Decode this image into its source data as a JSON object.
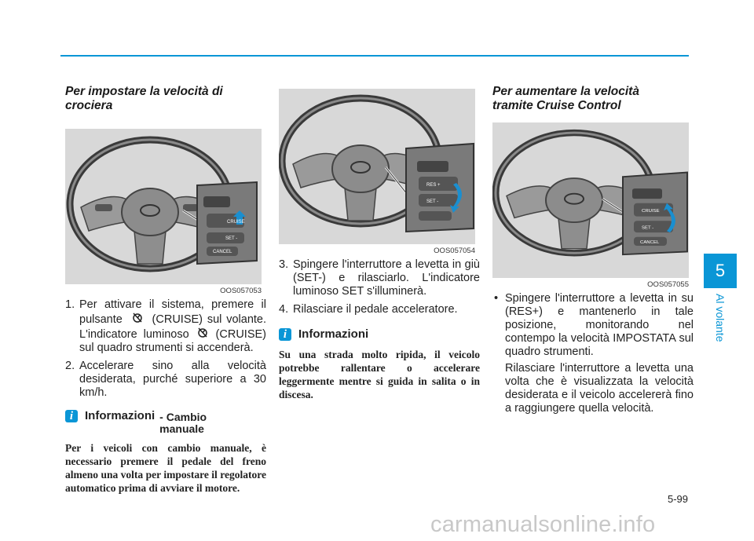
{
  "header": {
    "rule_color": "#0a96d6"
  },
  "col1": {
    "title": "Per impostare la velocità di crociera",
    "figure_code": "OOS057053",
    "items": [
      {
        "num": "1.",
        "text_a": "Per attivare il sistema, premere il pulsante",
        "text_b": "(CRUISE) sul volante. L'indicatore luminoso",
        "text_c": "(CRUISE) sul quadro strumenti si accenderà."
      },
      {
        "num": "2.",
        "text": "Accelerare sino alla velocità desiderata, purché superiore a 30 km/h."
      }
    ],
    "info": {
      "title": "Informazioni",
      "subtitle": "- Cambio manuale",
      "body": "Per i veicoli con cambio manuale, è necessario premere il pedale del freno almeno una volta per impostare il regolatore automatico prima di avviare il motore."
    }
  },
  "col2": {
    "figure_code": "OOS057054",
    "items": [
      {
        "num": "3.",
        "text": "Spingere l'interruttore a levetta in giù (SET-) e rilasciarlo. L'indicatore luminoso SET s'illuminerà."
      },
      {
        "num": "4.",
        "text": "Rilasciare il pedale acceleratore."
      }
    ],
    "info": {
      "title": "Informazioni",
      "body": "Su una strada molto ripida, il veicolo potrebbe rallentare o accelerare leggermente mentre si guida in salita o in discesa."
    }
  },
  "col3": {
    "title": "Per aumentare la velocità tramite Cruise Control",
    "figure_code": "OOS057055",
    "bullet": "Spingere l'interruttore a levetta in su (RES+) e mantenerlo in tale posizione, monitorando nel contempo la velocità IMPOSTATA sul quadro strumenti.",
    "bullet_cont": "Rilasciare l'interruttore a levetta una volta che è visualizzata la velocità desiderata e il veicolo accelererà fino a raggiungere quella velocità."
  },
  "figure_labels": {
    "cruise": "CRUISE",
    "res": "RES +",
    "set": "SET -",
    "cancel": "CANCEL"
  },
  "chapter": {
    "number": "5",
    "name": "Al volante",
    "color": "#0a96d6"
  },
  "page_number": "5-99",
  "info_icon_glyph": "i",
  "cruise_icon": "cruise-control-icon",
  "watermark": "carmanualsonline.info"
}
